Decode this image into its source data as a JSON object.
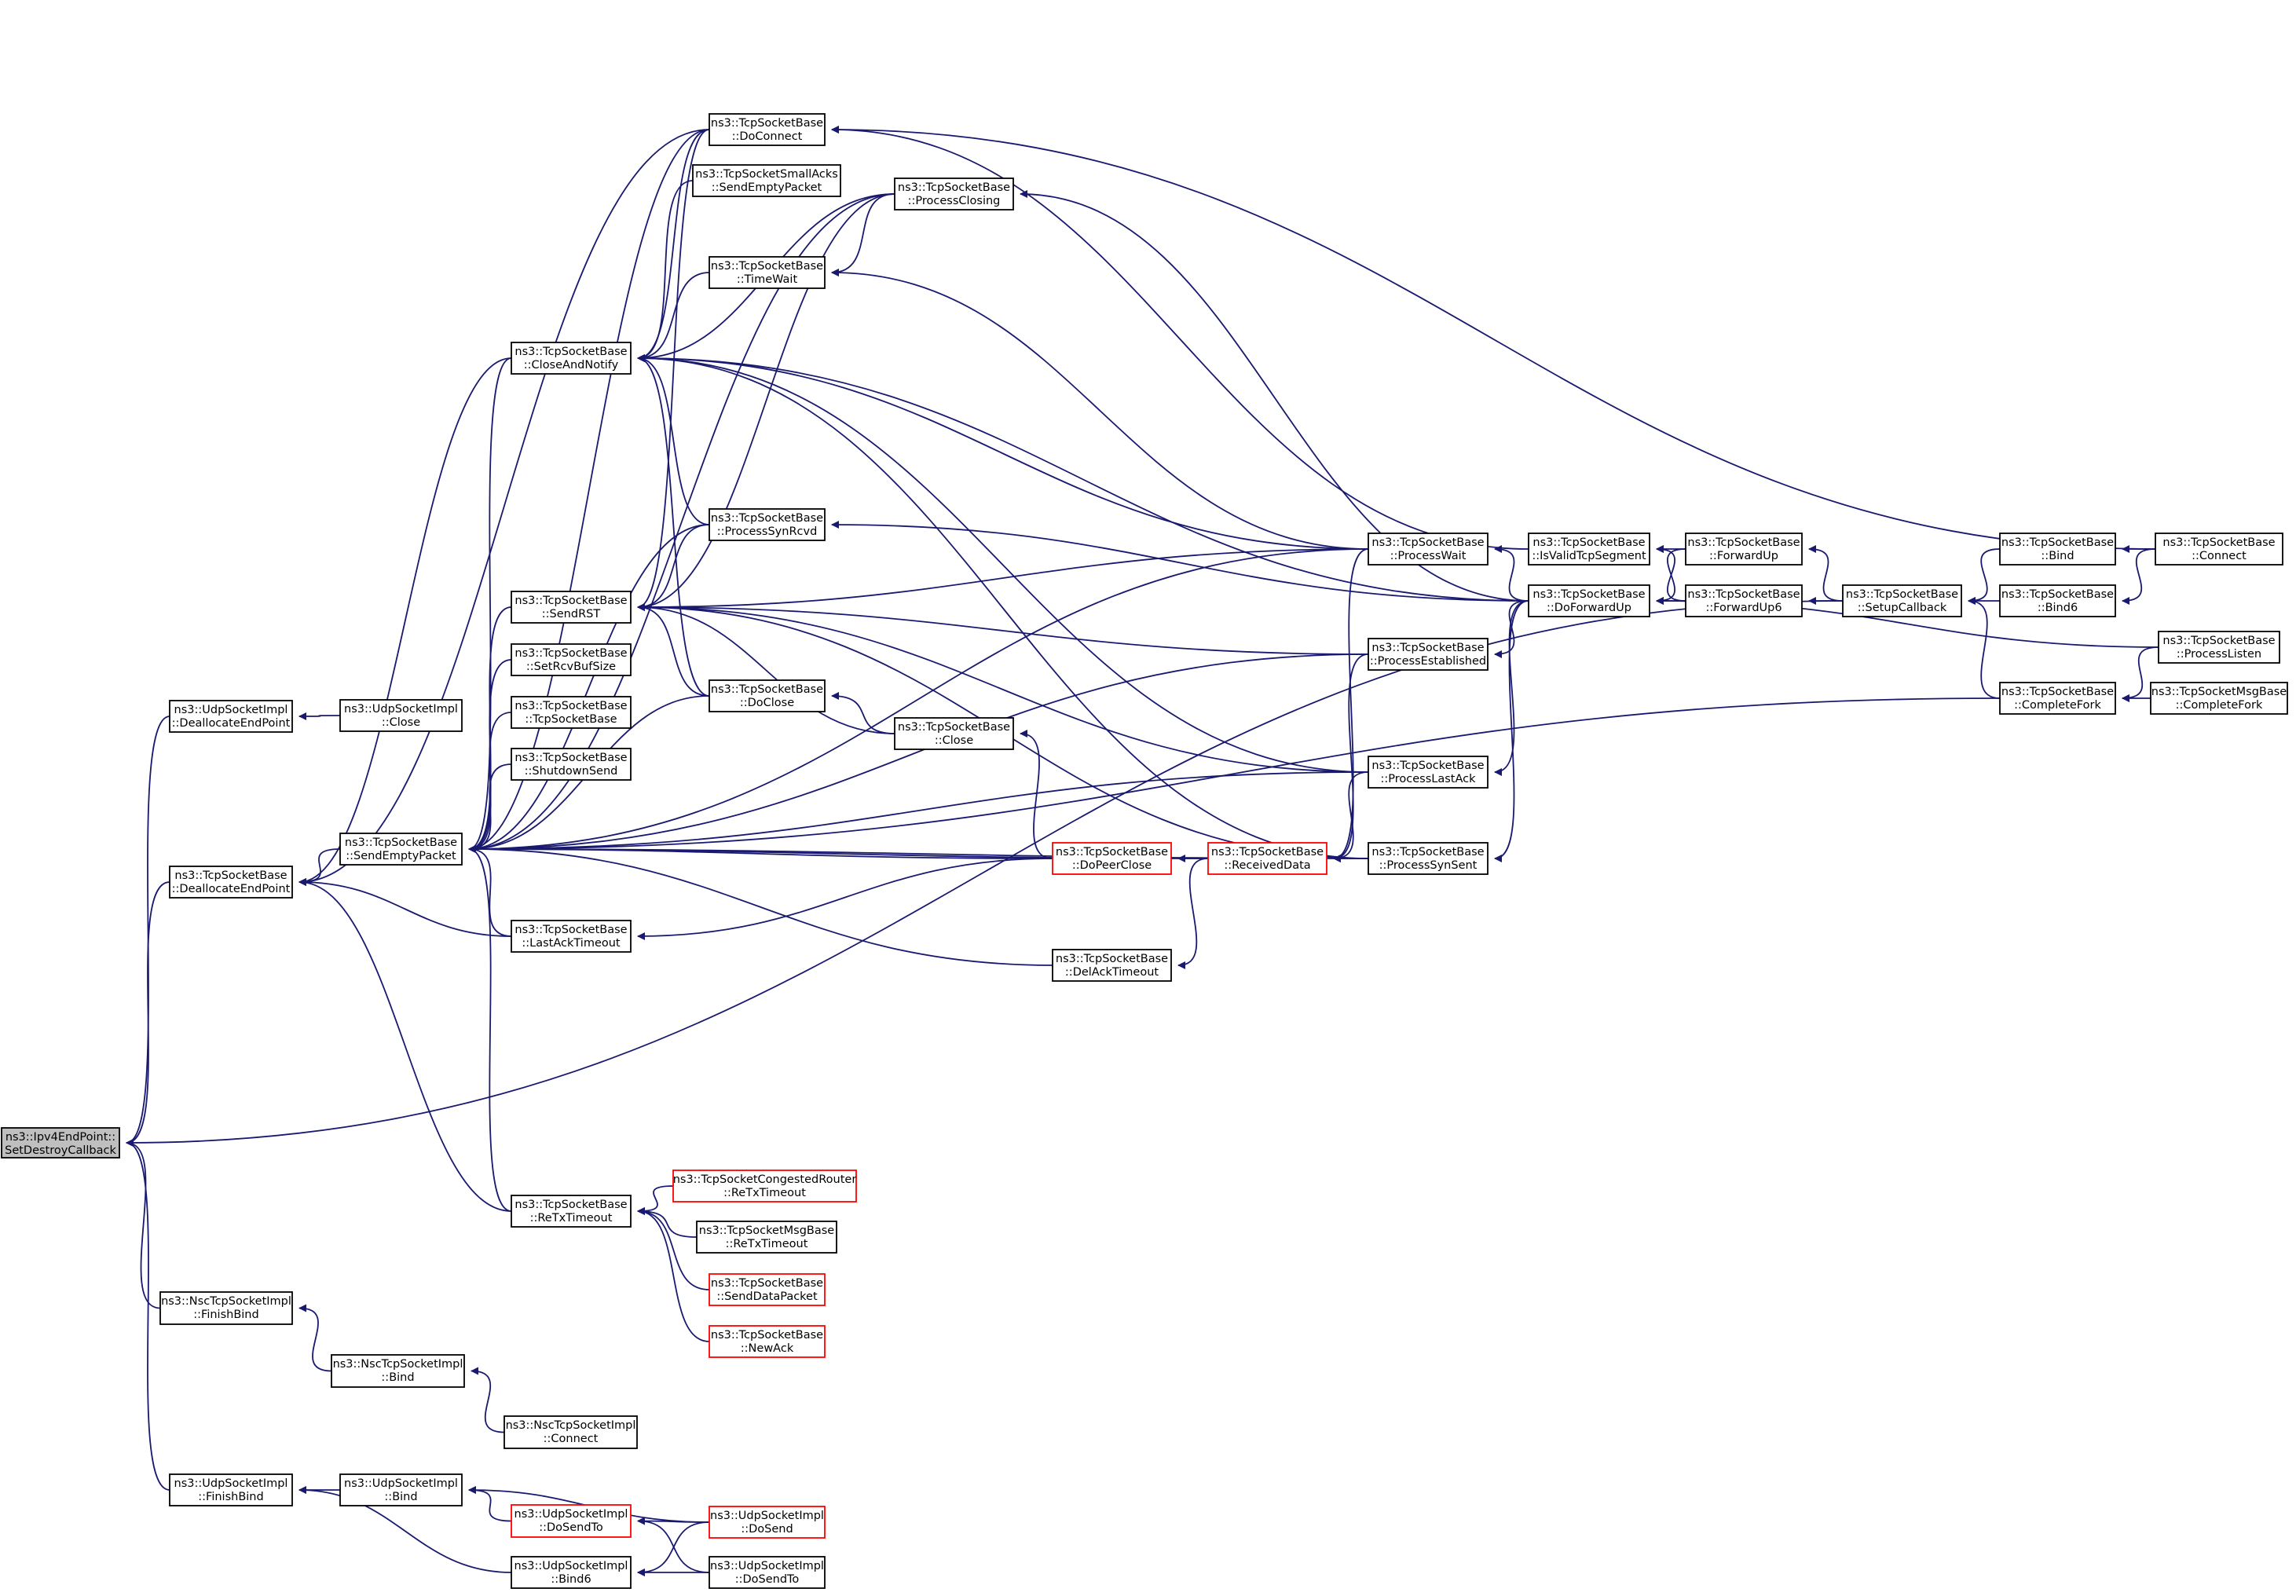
{
  "diagram": {
    "type": "call-graph",
    "edge_color": "#191970",
    "node_border": "#000000",
    "highlight_border": "#ff0000",
    "root_fill": "#bfbfbf",
    "nodes": [
      {
        "id": "root",
        "l1": "ns3::Ipv4EndPoint::",
        "l2": "SetDestroyCallback",
        "style": "root"
      },
      {
        "id": "udp_dealloc",
        "l1": "ns3::UdpSocketImpl",
        "l2": "::DeallocateEndPoint"
      },
      {
        "id": "udp_close",
        "l1": "ns3::UdpSocketImpl",
        "l2": "::Close"
      },
      {
        "id": "tcp_dealloc",
        "l1": "ns3::TcpSocketBase",
        "l2": "::DeallocateEndPoint"
      },
      {
        "id": "nsc_finishbind",
        "l1": "ns3::NscTcpSocketImpl",
        "l2": "::FinishBind"
      },
      {
        "id": "nsc_bind",
        "l1": "ns3::NscTcpSocketImpl",
        "l2": "::Bind"
      },
      {
        "id": "nsc_connect",
        "l1": "ns3::NscTcpSocketImpl",
        "l2": "::Connect"
      },
      {
        "id": "udp_finishbind",
        "l1": "ns3::UdpSocketImpl",
        "l2": "::FinishBind"
      },
      {
        "id": "udp_bind",
        "l1": "ns3::UdpSocketImpl",
        "l2": "::Bind"
      },
      {
        "id": "udp_dosendto",
        "l1": "ns3::UdpSocketImpl",
        "l2": "::DoSendTo",
        "style": "red"
      },
      {
        "id": "udp_bind6",
        "l1": "ns3::UdpSocketImpl",
        "l2": "::Bind6"
      },
      {
        "id": "udp_dosend",
        "l1": "ns3::UdpSocketImpl",
        "l2": "::DoSend",
        "style": "red"
      },
      {
        "id": "udp_dosendto2",
        "l1": "ns3::UdpSocketImpl",
        "l2": "::DoSendTo"
      },
      {
        "id": "sendempty",
        "l1": "ns3::TcpSocketBase",
        "l2": "::SendEmptyPacket"
      },
      {
        "id": "closenotify",
        "l1": "ns3::TcpSocketBase",
        "l2": "::CloseAndNotify"
      },
      {
        "id": "sendrst",
        "l1": "ns3::TcpSocketBase",
        "l2": "::SendRST"
      },
      {
        "id": "setrcvbuf",
        "l1": "ns3::TcpSocketBase",
        "l2": "::SetRcvBufSize"
      },
      {
        "id": "tcpctor",
        "l1": "ns3::TcpSocketBase",
        "l2": "::TcpSocketBase"
      },
      {
        "id": "shutdownsend",
        "l1": "ns3::TcpSocketBase",
        "l2": "::ShutdownSend"
      },
      {
        "id": "lastacktimeout",
        "l1": "ns3::TcpSocketBase",
        "l2": "::LastAckTimeout"
      },
      {
        "id": "retxtimeout",
        "l1": "ns3::TcpSocketBase",
        "l2": "::ReTxTimeout"
      },
      {
        "id": "doconnect",
        "l1": "ns3::TcpSocketBase",
        "l2": "::DoConnect"
      },
      {
        "id": "smallacks",
        "l1": "ns3::TcpSocketSmallAcks",
        "l2": "::SendEmptyPacket"
      },
      {
        "id": "timewait",
        "l1": "ns3::TcpSocketBase",
        "l2": "::TimeWait"
      },
      {
        "id": "processsynrcvd",
        "l1": "ns3::TcpSocketBase",
        "l2": "::ProcessSynRcvd"
      },
      {
        "id": "doclose",
        "l1": "ns3::TcpSocketBase",
        "l2": "::DoClose"
      },
      {
        "id": "processclosing",
        "l1": "ns3::TcpSocketBase",
        "l2": "::ProcessClosing"
      },
      {
        "id": "close",
        "l1": "ns3::TcpSocketBase",
        "l2": "::Close"
      },
      {
        "id": "dopeerclose",
        "l1": "ns3::TcpSocketBase",
        "l2": "::DoPeerClose",
        "style": "red"
      },
      {
        "id": "delacktimeout",
        "l1": "ns3::TcpSocketBase",
        "l2": "::DelAckTimeout"
      },
      {
        "id": "congested",
        "l1": "ns3::TcpSocketCongestedRouter",
        "l2": "::ReTxTimeout",
        "style": "red"
      },
      {
        "id": "msg_retx",
        "l1": "ns3::TcpSocketMsgBase",
        "l2": "::ReTxTimeout"
      },
      {
        "id": "senddatapacket",
        "l1": "ns3::TcpSocketBase",
        "l2": "::SendDataPacket",
        "style": "red"
      },
      {
        "id": "newack",
        "l1": "ns3::TcpSocketBase",
        "l2": "::NewAck",
        "style": "red"
      },
      {
        "id": "receiveddata",
        "l1": "ns3::TcpSocketBase",
        "l2": "::ReceivedData",
        "style": "red"
      },
      {
        "id": "processwait",
        "l1": "ns3::TcpSocketBase",
        "l2": "::ProcessWait"
      },
      {
        "id": "processestablished",
        "l1": "ns3::TcpSocketBase",
        "l2": "::ProcessEstablished"
      },
      {
        "id": "processlastack",
        "l1": "ns3::TcpSocketBase",
        "l2": "::ProcessLastAck"
      },
      {
        "id": "processsynsent",
        "l1": "ns3::TcpSocketBase",
        "l2": "::ProcessSynSent"
      },
      {
        "id": "isvalid",
        "l1": "ns3::TcpSocketBase",
        "l2": "::IsValidTcpSegment"
      },
      {
        "id": "doforwardup",
        "l1": "ns3::TcpSocketBase",
        "l2": "::DoForwardUp"
      },
      {
        "id": "forwardup",
        "l1": "ns3::TcpSocketBase",
        "l2": "::ForwardUp"
      },
      {
        "id": "forwardup6",
        "l1": "ns3::TcpSocketBase",
        "l2": "::ForwardUp6"
      },
      {
        "id": "setupcallback",
        "l1": "ns3::TcpSocketBase",
        "l2": "::SetupCallback"
      },
      {
        "id": "bind",
        "l1": "ns3::TcpSocketBase",
        "l2": "::Bind"
      },
      {
        "id": "bind6",
        "l1": "ns3::TcpSocketBase",
        "l2": "::Bind6"
      },
      {
        "id": "connect",
        "l1": "ns3::TcpSocketBase",
        "l2": "::Connect"
      },
      {
        "id": "processlisten",
        "l1": "ns3::TcpSocketBase",
        "l2": "::ProcessListen"
      },
      {
        "id": "completefork",
        "l1": "ns3::TcpSocketBase",
        "l2": "::CompleteFork"
      },
      {
        "id": "msg_completefork",
        "l1": "ns3::TcpSocketMsgBase",
        "l2": "::CompleteFork"
      }
    ],
    "edges": [
      [
        "root",
        "udp_dealloc"
      ],
      [
        "root",
        "tcp_dealloc"
      ],
      [
        "root",
        "nsc_finishbind"
      ],
      [
        "root",
        "udp_finishbind"
      ],
      [
        "root",
        "setupcallback"
      ],
      [
        "udp_dealloc",
        "udp_close"
      ],
      [
        "tcp_dealloc",
        "sendempty"
      ],
      [
        "tcp_dealloc",
        "lastacktimeout"
      ],
      [
        "tcp_dealloc",
        "retxtimeout"
      ],
      [
        "tcp_dealloc",
        "closenotify"
      ],
      [
        "tcp_dealloc",
        "doconnect"
      ],
      [
        "nsc_finishbind",
        "nsc_bind"
      ],
      [
        "nsc_bind",
        "nsc_connect"
      ],
      [
        "udp_finishbind",
        "udp_bind"
      ],
      [
        "udp_finishbind",
        "udp_bind6"
      ],
      [
        "udp_bind",
        "udp_dosendto"
      ],
      [
        "udp_bind",
        "udp_dosend"
      ],
      [
        "udp_dosendto",
        "udp_dosend"
      ],
      [
        "udp_dosendto",
        "udp_dosendto2"
      ],
      [
        "udp_bind6",
        "udp_dosend"
      ],
      [
        "udp_bind6",
        "udp_dosendto2"
      ],
      [
        "sendempty",
        "closenotify"
      ],
      [
        "sendempty",
        "sendrst"
      ],
      [
        "sendempty",
        "setrcvbuf"
      ],
      [
        "sendempty",
        "tcpctor"
      ],
      [
        "sendempty",
        "shutdownsend"
      ],
      [
        "sendempty",
        "lastacktimeout"
      ],
      [
        "sendempty",
        "retxtimeout"
      ],
      [
        "sendempty",
        "doconnect"
      ],
      [
        "sendempty",
        "processclosing"
      ],
      [
        "sendempty",
        "processsynrcvd"
      ],
      [
        "sendempty",
        "processwait"
      ],
      [
        "sendempty",
        "doclose"
      ],
      [
        "sendempty",
        "processestablished"
      ],
      [
        "sendempty",
        "dopeerclose"
      ],
      [
        "sendempty",
        "delacktimeout"
      ],
      [
        "sendempty",
        "receiveddata"
      ],
      [
        "sendempty",
        "processlastack"
      ],
      [
        "sendempty",
        "processsynsent"
      ],
      [
        "sendempty",
        "completefork"
      ],
      [
        "closenotify",
        "doconnect"
      ],
      [
        "closenotify",
        "smallacks"
      ],
      [
        "closenotify",
        "processclosing"
      ],
      [
        "closenotify",
        "timewait"
      ],
      [
        "closenotify",
        "processwait"
      ],
      [
        "closenotify",
        "doforwardup"
      ],
      [
        "closenotify",
        "processsynrcvd"
      ],
      [
        "closenotify",
        "doclose"
      ],
      [
        "closenotify",
        "processlastack"
      ],
      [
        "closenotify",
        "processsynsent"
      ],
      [
        "sendrst",
        "doconnect"
      ],
      [
        "sendrst",
        "processclosing"
      ],
      [
        "sendrst",
        "processsynrcvd"
      ],
      [
        "sendrst",
        "processwait"
      ],
      [
        "sendrst",
        "processestablished"
      ],
      [
        "sendrst",
        "doclose"
      ],
      [
        "sendrst",
        "close"
      ],
      [
        "sendrst",
        "processlastack"
      ],
      [
        "sendrst",
        "processsynsent"
      ],
      [
        "retxtimeout",
        "congested"
      ],
      [
        "retxtimeout",
        "msg_retx"
      ],
      [
        "retxtimeout",
        "senddatapacket"
      ],
      [
        "retxtimeout",
        "newack"
      ],
      [
        "lastacktimeout",
        "dopeerclose"
      ],
      [
        "timewait",
        "processclosing"
      ],
      [
        "timewait",
        "processwait"
      ],
      [
        "processsynrcvd",
        "doforwardup"
      ],
      [
        "doclose",
        "close"
      ],
      [
        "close",
        "dopeerclose"
      ],
      [
        "processclosing",
        "doforwardup"
      ],
      [
        "dopeerclose",
        "receiveddata"
      ],
      [
        "delacktimeout",
        "receiveddata"
      ],
      [
        "receiveddata",
        "processwait"
      ],
      [
        "receiveddata",
        "processestablished"
      ],
      [
        "receiveddata",
        "processlastack"
      ],
      [
        "receiveddata",
        "processsynsent"
      ],
      [
        "processwait",
        "doforwardup"
      ],
      [
        "processestablished",
        "doforwardup"
      ],
      [
        "processlastack",
        "doforwardup"
      ],
      [
        "processsynsent",
        "doforwardup"
      ],
      [
        "isvalid",
        "forwardup"
      ],
      [
        "isvalid",
        "forwardup6"
      ],
      [
        "doconnect",
        "connect"
      ],
      [
        "doconnect",
        "isvalid"
      ],
      [
        "doforwardup",
        "forwardup"
      ],
      [
        "doforwardup",
        "forwardup6"
      ],
      [
        "doforwardup",
        "processlisten"
      ],
      [
        "forwardup",
        "setupcallback"
      ],
      [
        "forwardup6",
        "setupcallback"
      ],
      [
        "setupcallback",
        "bind"
      ],
      [
        "setupcallback",
        "bind6"
      ],
      [
        "setupcallback",
        "completefork"
      ],
      [
        "bind",
        "connect"
      ],
      [
        "bind6",
        "connect"
      ],
      [
        "completefork",
        "processlisten"
      ],
      [
        "completefork",
        "msg_completefork"
      ]
    ]
  }
}
